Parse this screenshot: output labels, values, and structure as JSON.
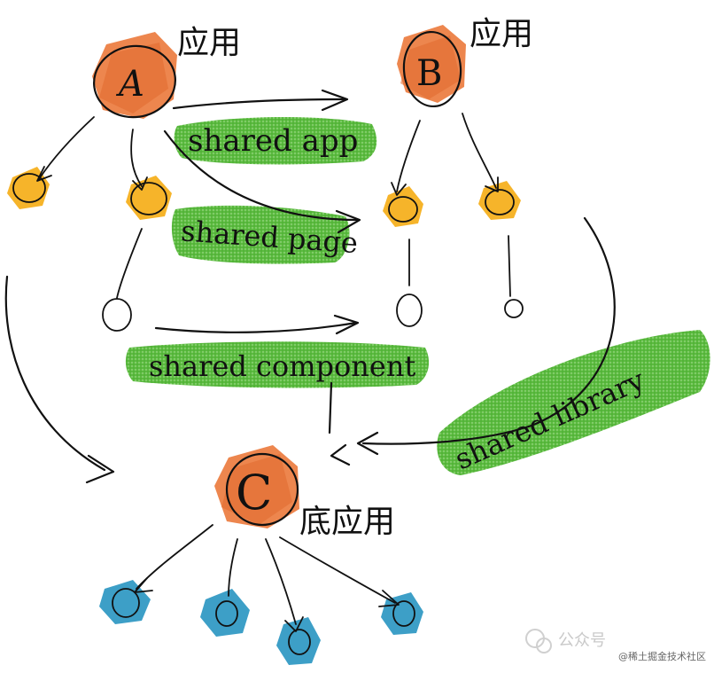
{
  "colors": {
    "app_orange": "#ec7f45",
    "page_yellow": "#f6b42a",
    "component_blue": "#3d9fc7",
    "highlight_green": "#57b63a",
    "ink": "#111111"
  },
  "nodes": {
    "app_a": {
      "letter": "A",
      "label": "应用"
    },
    "app_b": {
      "letter": "B",
      "label": "应用"
    },
    "app_c": {
      "letter": "C",
      "label": "底应用"
    }
  },
  "highlights": {
    "shared_app": "shared app",
    "shared_page": "shared page",
    "shared_component": "shared component",
    "shared_library": "shared library"
  },
  "watermark": {
    "left": "公众号",
    "right": "@稀土掘金技术社区"
  }
}
